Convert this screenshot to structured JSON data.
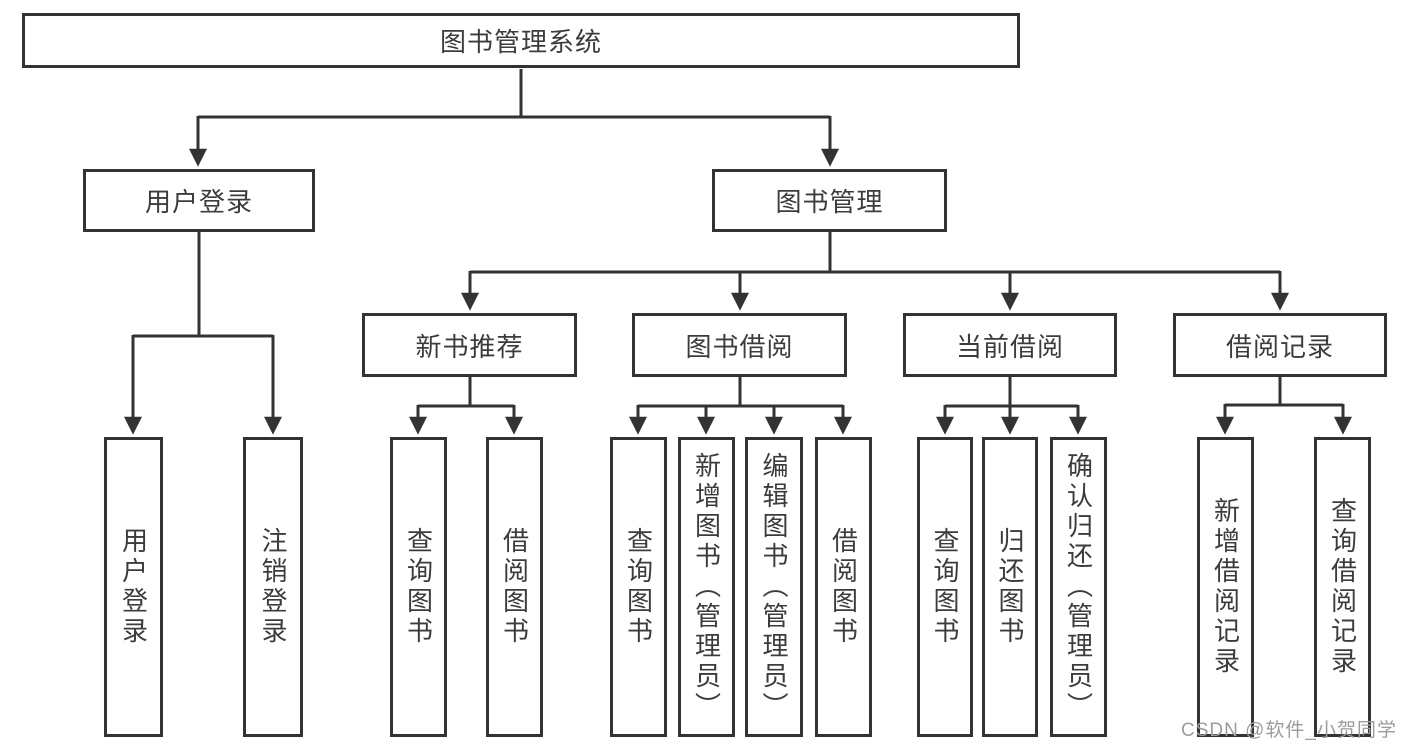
{
  "colors": {
    "background": "#ffffff",
    "line": "#333333",
    "box_border": "#333333",
    "text": "#3c3c3c",
    "watermark_text_color": "#9c9c9c"
  },
  "watermark": {
    "text": "CSDN @软件_小贺同学"
  },
  "tree": {
    "label": "图书管理系统",
    "children": [
      {
        "label": "用户登录",
        "children": [
          {
            "label": "用户登录"
          },
          {
            "label": "注销登录"
          }
        ]
      },
      {
        "label": "图书管理",
        "children": [
          {
            "label": "新书推荐",
            "children": [
              {
                "label": "查询图书"
              },
              {
                "label": "借阅图书"
              }
            ]
          },
          {
            "label": "图书借阅",
            "children": [
              {
                "label": "查询图书"
              },
              {
                "label": "新增图书（管理员）"
              },
              {
                "label": "编辑图书（管理员）"
              },
              {
                "label": "借阅图书"
              }
            ]
          },
          {
            "label": "当前借阅",
            "children": [
              {
                "label": "查询图书"
              },
              {
                "label": "归还图书"
              },
              {
                "label": "确认归还（管理员）"
              }
            ]
          },
          {
            "label": "借阅记录",
            "children": [
              {
                "label": "新增借阅记录"
              },
              {
                "label": "查询借阅记录"
              }
            ]
          }
        ]
      }
    ]
  }
}
